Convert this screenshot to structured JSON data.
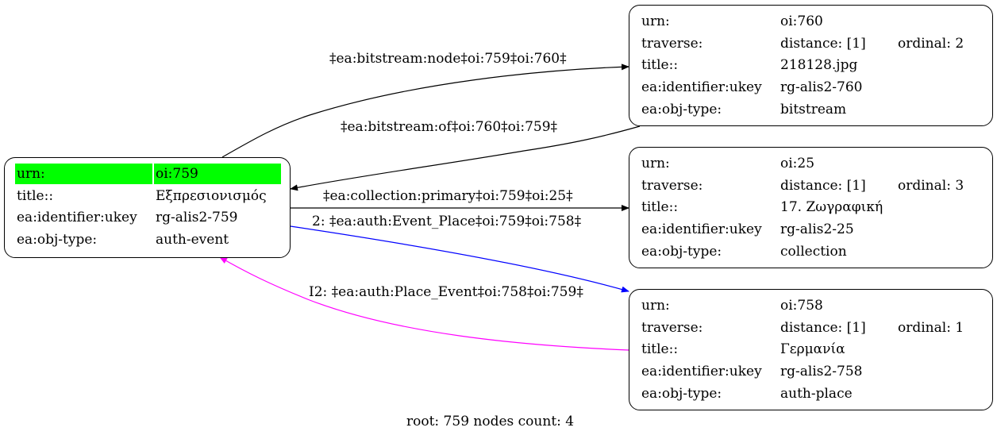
{
  "nodes": {
    "oi759": {
      "rows": [
        {
          "key": "urn:",
          "value": "oi:759"
        },
        {
          "key": "title::",
          "value": "Εξπρεσιονισμός"
        },
        {
          "key": "ea:identifier:ukey",
          "value": "rg-alis2-759"
        },
        {
          "key": "ea:obj-type:",
          "value": "auth-event"
        }
      ]
    },
    "oi760": {
      "rows": [
        {
          "key": "urn:",
          "value": "oi:760"
        },
        {
          "key": "traverse:",
          "value": "distance: [1]",
          "extra": "ordinal: 2"
        },
        {
          "key": "title::",
          "value": "218128.jpg"
        },
        {
          "key": "ea:identifier:ukey",
          "value": "rg-alis2-760"
        },
        {
          "key": "ea:obj-type:",
          "value": "bitstream"
        }
      ]
    },
    "oi25": {
      "rows": [
        {
          "key": "urn:",
          "value": "oi:25"
        },
        {
          "key": "traverse:",
          "value": "distance: [1]",
          "extra": "ordinal: 3"
        },
        {
          "key": "title::",
          "value": "17. Ζωγραφική"
        },
        {
          "key": "ea:identifier:ukey",
          "value": "rg-alis2-25"
        },
        {
          "key": "ea:obj-type:",
          "value": "collection"
        }
      ]
    },
    "oi758": {
      "rows": [
        {
          "key": "urn:",
          "value": "oi:758"
        },
        {
          "key": "traverse:",
          "value": "distance: [1]",
          "extra": "ordinal: 1"
        },
        {
          "key": "title::",
          "value": "Γερμανία"
        },
        {
          "key": "ea:identifier:ukey",
          "value": "rg-alis2-758"
        },
        {
          "key": "ea:obj-type:",
          "value": "auth-place"
        }
      ]
    }
  },
  "edges": {
    "bitstream_node": {
      "label": "‡ea:bitstream:node‡oi:759‡oi:760‡",
      "color": "#000000"
    },
    "bitstream_of": {
      "label": "‡ea:bitstream:of‡oi:760‡oi:759‡",
      "color": "#000000"
    },
    "collection_primary": {
      "label": "‡ea:collection:primary‡oi:759‡oi:25‡",
      "color": "#000000"
    },
    "event_place": {
      "label": "2: ‡ea:auth:Event_Place‡oi:759‡oi:758‡",
      "color": "#0000ff"
    },
    "place_event": {
      "label": "I2: ‡ea:auth:Place_Event‡oi:758‡oi:759‡",
      "color": "#ff00ff"
    }
  },
  "highlight_color": "#00ff00",
  "footer": "root: 759 nodes count: 4"
}
